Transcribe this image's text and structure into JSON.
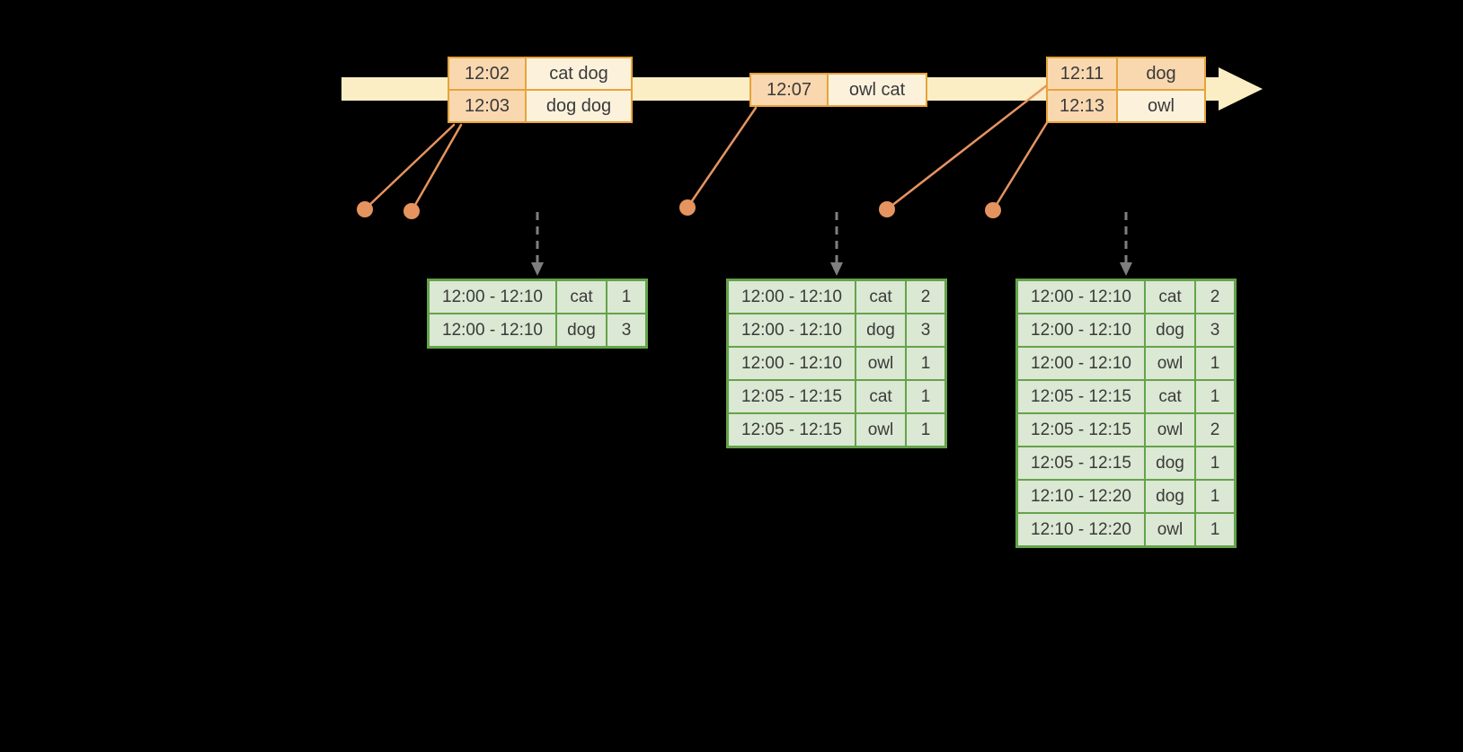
{
  "colors": {
    "timeline_band": "#FBEEC4",
    "event_border": "#E7A33B",
    "event_time_fill": "#F9D8B0",
    "event_word_fill": "#FCF2DC",
    "connector": "#E6945F",
    "result_border": "#64A34A",
    "result_fill": "#DBE8D3",
    "trigger_arrow": "#7F7F7F",
    "text": "#3A3A3A"
  },
  "event_tables": [
    {
      "rows": [
        {
          "time": "12:02",
          "words": "cat dog"
        },
        {
          "time": "12:03",
          "words": "dog dog"
        }
      ]
    },
    {
      "rows": [
        {
          "time": "12:07",
          "words": "owl cat"
        }
      ]
    },
    {
      "rows": [
        {
          "time": "12:11",
          "words": "dog"
        },
        {
          "time": "12:13",
          "words": "owl"
        }
      ]
    }
  ],
  "result_tables": [
    {
      "rows": [
        {
          "window": "12:00 - 12:10",
          "word": "cat",
          "count": "1"
        },
        {
          "window": "12:00 - 12:10",
          "word": "dog",
          "count": "3"
        }
      ]
    },
    {
      "rows": [
        {
          "window": "12:00 - 12:10",
          "word": "cat",
          "count": "2"
        },
        {
          "window": "12:00 - 12:10",
          "word": "dog",
          "count": "3"
        },
        {
          "window": "12:00 - 12:10",
          "word": "owl",
          "count": "1"
        },
        {
          "window": "12:05 - 12:15",
          "word": "cat",
          "count": "1"
        },
        {
          "window": "12:05 - 12:15",
          "word": "owl",
          "count": "1"
        }
      ]
    },
    {
      "rows": [
        {
          "window": "12:00 - 12:10",
          "word": "cat",
          "count": "2"
        },
        {
          "window": "12:00 - 12:10",
          "word": "dog",
          "count": "3"
        },
        {
          "window": "12:00 - 12:10",
          "word": "owl",
          "count": "1"
        },
        {
          "window": "12:05 - 12:15",
          "word": "cat",
          "count": "1"
        },
        {
          "window": "12:05 - 12:15",
          "word": "owl",
          "count": "2"
        },
        {
          "window": "12:05 - 12:15",
          "word": "dog",
          "count": "1"
        },
        {
          "window": "12:10 - 12:20",
          "word": "dog",
          "count": "1"
        },
        {
          "window": "12:10 - 12:20",
          "word": "owl",
          "count": "1"
        }
      ]
    }
  ]
}
